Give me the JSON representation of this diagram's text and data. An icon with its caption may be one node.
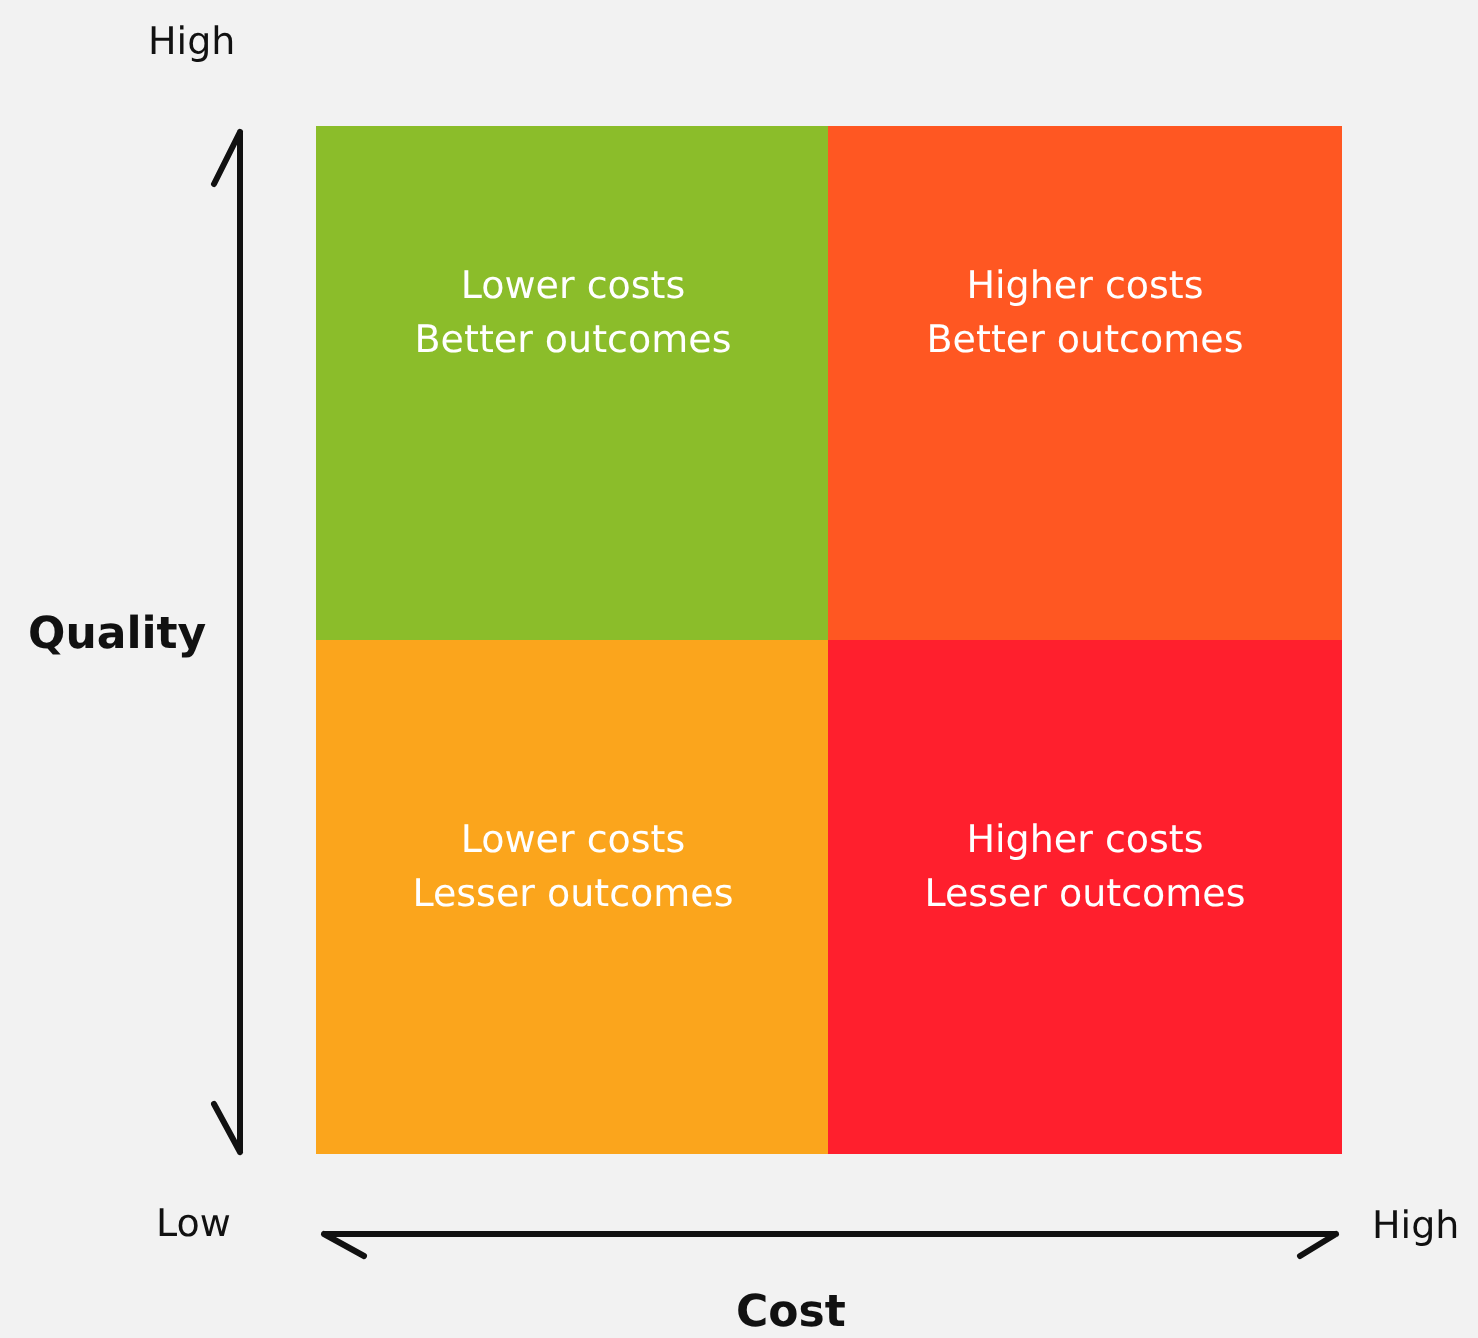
{
  "diagram": {
    "nodes": [
      {
        "text": [
          "Lower costs",
          "Better outcomes"
        ]
      },
      {
        "text": [
          "Higher costs",
          "Better outcomes"
        ]
      },
      {
        "text": [
          "Lower costs",
          "Lesser outcomes"
        ]
      },
      {
        "text": [
          "Higher costs",
          "Lesser outcomes"
        ]
      }
    ],
    "labels": [
      "High",
      "Quality",
      "Low",
      "High",
      "Cost"
    ]
  }
}
